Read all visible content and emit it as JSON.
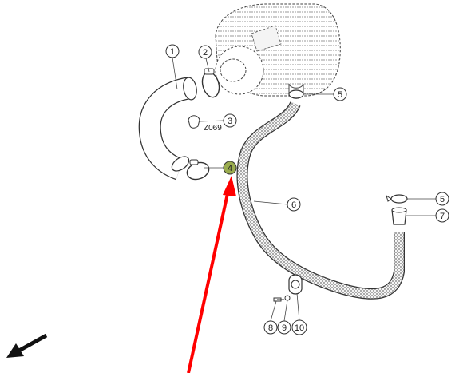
{
  "diagram": {
    "part_code": "Z069",
    "callouts": {
      "c1": "1",
      "c2": "2",
      "c3": "3",
      "c4": "4",
      "c5a": "5",
      "c5b": "5",
      "c6": "6",
      "c7": "7",
      "c8": "8",
      "c9": "9",
      "c10": "10"
    },
    "highlight_color": "#9aac4e",
    "pointer_color": "#ff0000"
  }
}
